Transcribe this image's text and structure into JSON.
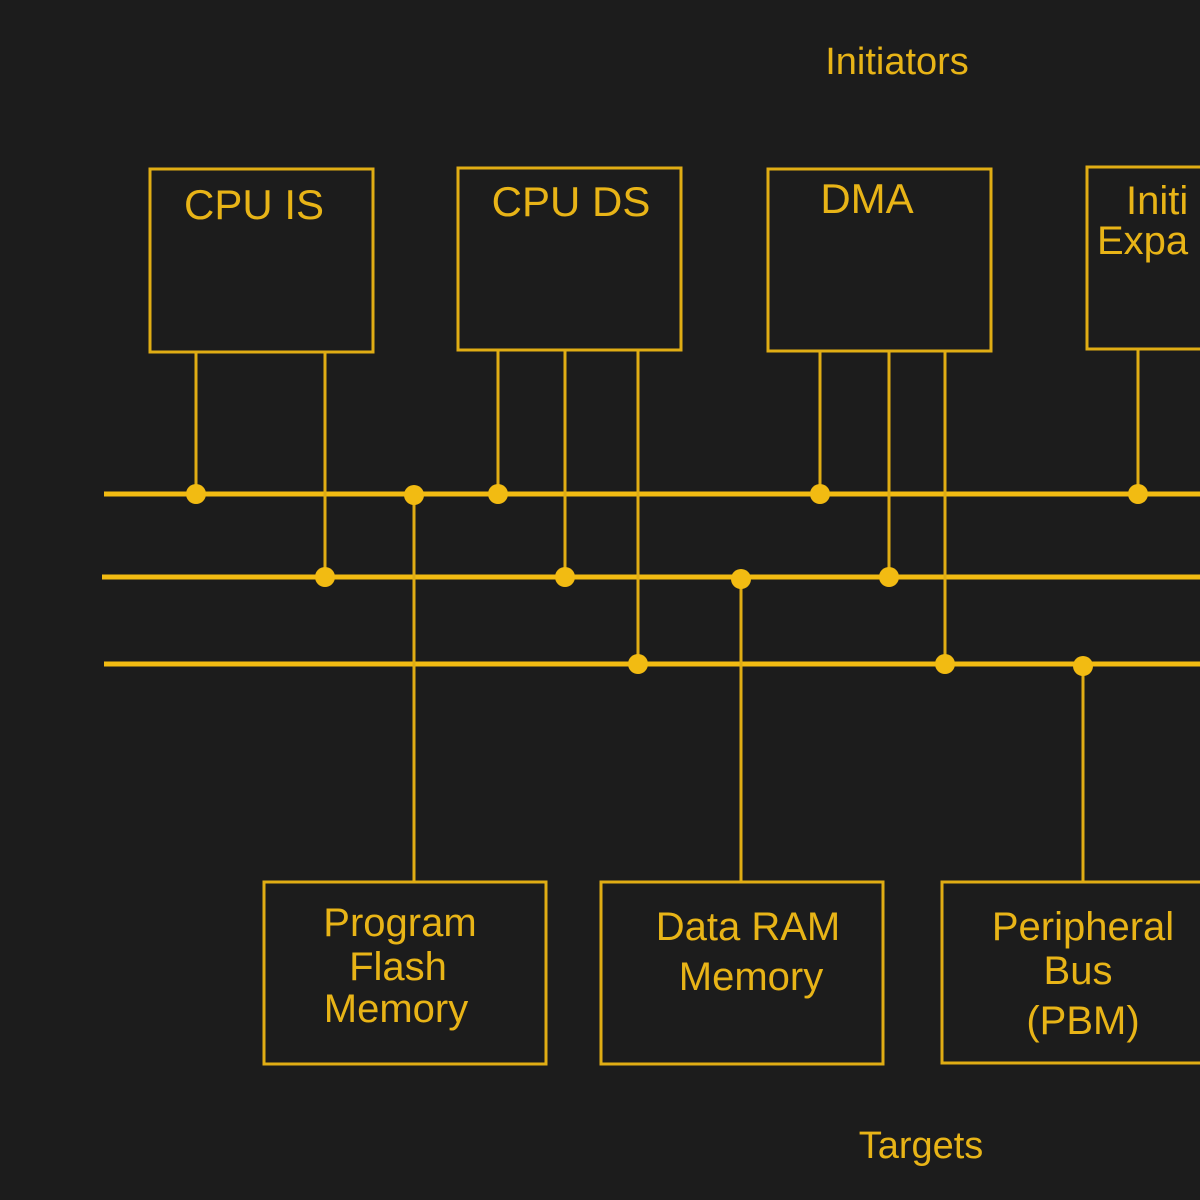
{
  "diagram": {
    "accent_color": "#e8b417",
    "background_color": "#1c1c1c",
    "initiators_label": "Initiators",
    "targets_label": "Targets",
    "initiators": [
      {
        "id": "cpu-is",
        "lines": [
          "CPU IS"
        ]
      },
      {
        "id": "cpu-ds",
        "lines": [
          "CPU DS"
        ]
      },
      {
        "id": "dma",
        "lines": [
          "DMA"
        ]
      },
      {
        "id": "initiator-expansion",
        "lines": [
          "Initi",
          "Expa"
        ]
      }
    ],
    "targets": [
      {
        "id": "program-flash-memory",
        "lines": [
          "Program",
          "Flash",
          "Memory"
        ]
      },
      {
        "id": "data-ram-memory",
        "lines": [
          "Data RAM",
          "Memory"
        ]
      },
      {
        "id": "peripheral-bus",
        "lines": [
          "Peripheral",
          "Bus",
          "(PBM)"
        ]
      }
    ],
    "buses": 3
  }
}
